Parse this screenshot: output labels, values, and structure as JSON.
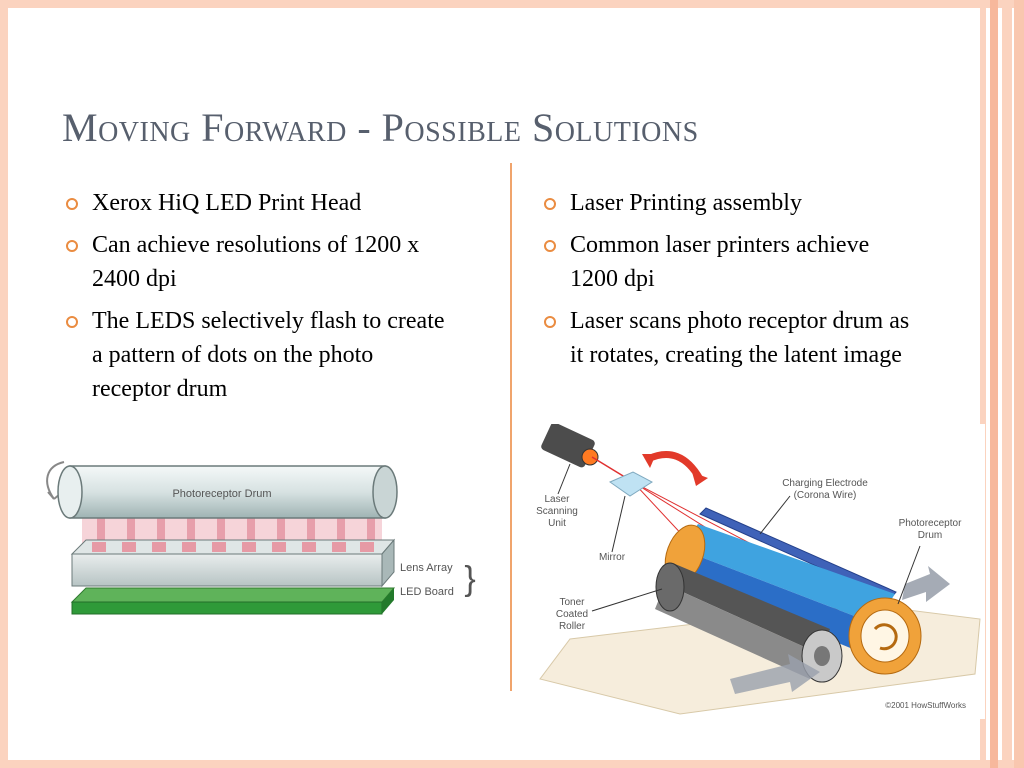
{
  "title": "Moving Forward - Possible Solutions",
  "left_bullets": [
    "Xerox HiQ LED Print Head",
    "Can achieve resolutions of 1200 x 2400 dpi",
    "The LEDS selectively flash to create a pattern of dots on the photo receptor drum"
  ],
  "right_bullets": [
    "Laser Printing assembly",
    "Common laser printers achieve 1200 dpi",
    "Laser scans photo receptor drum as it rotates, creating the latent image"
  ],
  "led_figure": {
    "drum_label": "Photoreceptor Drum",
    "lens_label": "Lens Array",
    "board_label": "LED Board",
    "brace": "}"
  },
  "laser_figure": {
    "scanning_unit_label": "Laser Scanning Unit",
    "mirror_label": "Mirror",
    "charging_label": "Charging Electrode (Corona Wire)",
    "drum_label": "Photoreceptor Drum",
    "toner_label": "Toner Coated Roller",
    "copyright": "©2001 HowStuffWorks"
  },
  "colors": {
    "title": "#575f6d",
    "bullet": "#ea8c41",
    "divider": "#f0a46c",
    "frame": "#fbd3bf"
  }
}
